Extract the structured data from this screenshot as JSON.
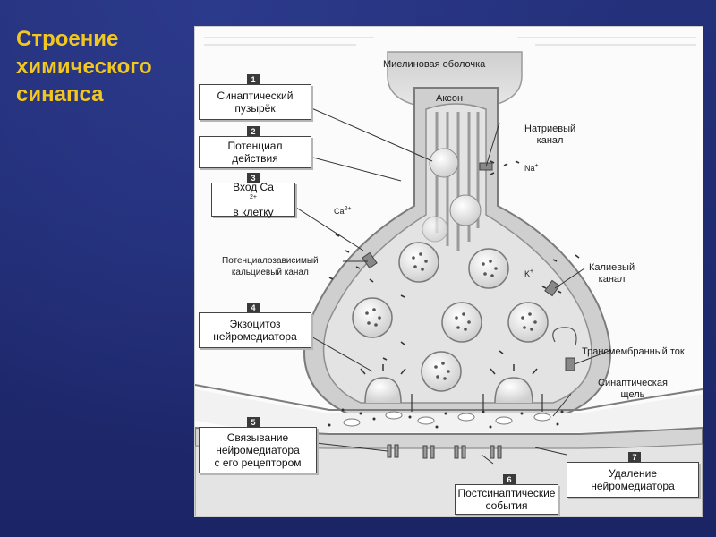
{
  "slide": {
    "title_lines": [
      "Строение",
      "химического",
      "синапса"
    ]
  },
  "diagram": {
    "top_labels": {
      "myelin": "Миелиновая оболочка",
      "axon": "Аксон",
      "sodium_channel": [
        "Натриевый",
        "канал"
      ],
      "na_ion": "Na",
      "na_charge": "+",
      "ca_ion": "Ca",
      "ca_charge": "2+",
      "k_ion": "K",
      "k_charge": "+",
      "calcium_channel": [
        "Потенциалозависимый",
        "кальциевый канал"
      ],
      "potassium_channel": [
        "Калиевый",
        "канал"
      ],
      "transmembrane": "Трансмембранный ток",
      "cleft": [
        "Синаптическая",
        "щель"
      ]
    },
    "steps": [
      {
        "num": "1",
        "lines": [
          "Синаптический",
          "пузырёк"
        ]
      },
      {
        "num": "2",
        "lines": [
          "Потенциал",
          "действия"
        ]
      },
      {
        "num": "3",
        "lines": [
          "Вход Ca",
          "в клетку"
        ],
        "sup": "2+"
      },
      {
        "num": "4",
        "lines": [
          "Экзоцитоз",
          "нейромедиатора"
        ]
      },
      {
        "num": "5",
        "lines": [
          "Связывание",
          "нейромедиатора",
          "с его рецептором"
        ]
      },
      {
        "num": "6",
        "lines": [
          "Постсинаптические",
          "события"
        ]
      },
      {
        "num": "7",
        "lines": [
          "Удаление",
          "нейромедиатора"
        ]
      }
    ],
    "colors": {
      "membrane": "#8a8a8a",
      "cytoplasm": "#dcdcdc",
      "vesicle": "#e9e9e9",
      "title": "#f2c81e",
      "background": "#1f2a6e"
    }
  }
}
